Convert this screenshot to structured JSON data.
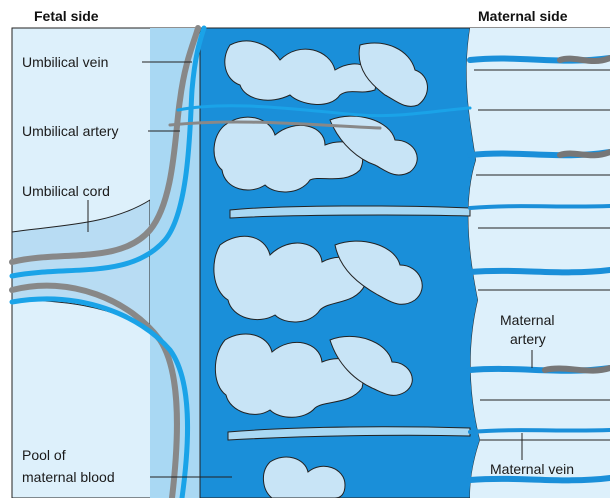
{
  "headers": {
    "fetal": "Fetal side",
    "maternal": "Maternal side"
  },
  "labels": {
    "umbilical_vein": "Umbilical vein",
    "umbilical_artery": "Umbilical artery",
    "umbilical_cord": "Umbilical cord",
    "pool_line1": "Pool of",
    "pool_line2": "maternal blood",
    "maternal_artery_line1": "Maternal",
    "maternal_artery_line2": "artery",
    "maternal_vein": "Maternal vein"
  },
  "colors": {
    "fetal_tissue": "#ddf0fb",
    "cord_tissue": "#b8dcf3",
    "plate": "#9fd3f1",
    "maternal_blood": "#1a8fd9",
    "villus": "#c8e4f6",
    "vein": "#1aa3e8",
    "artery": "#8a8a8a",
    "uterine_wall": "#ddf0fb"
  }
}
